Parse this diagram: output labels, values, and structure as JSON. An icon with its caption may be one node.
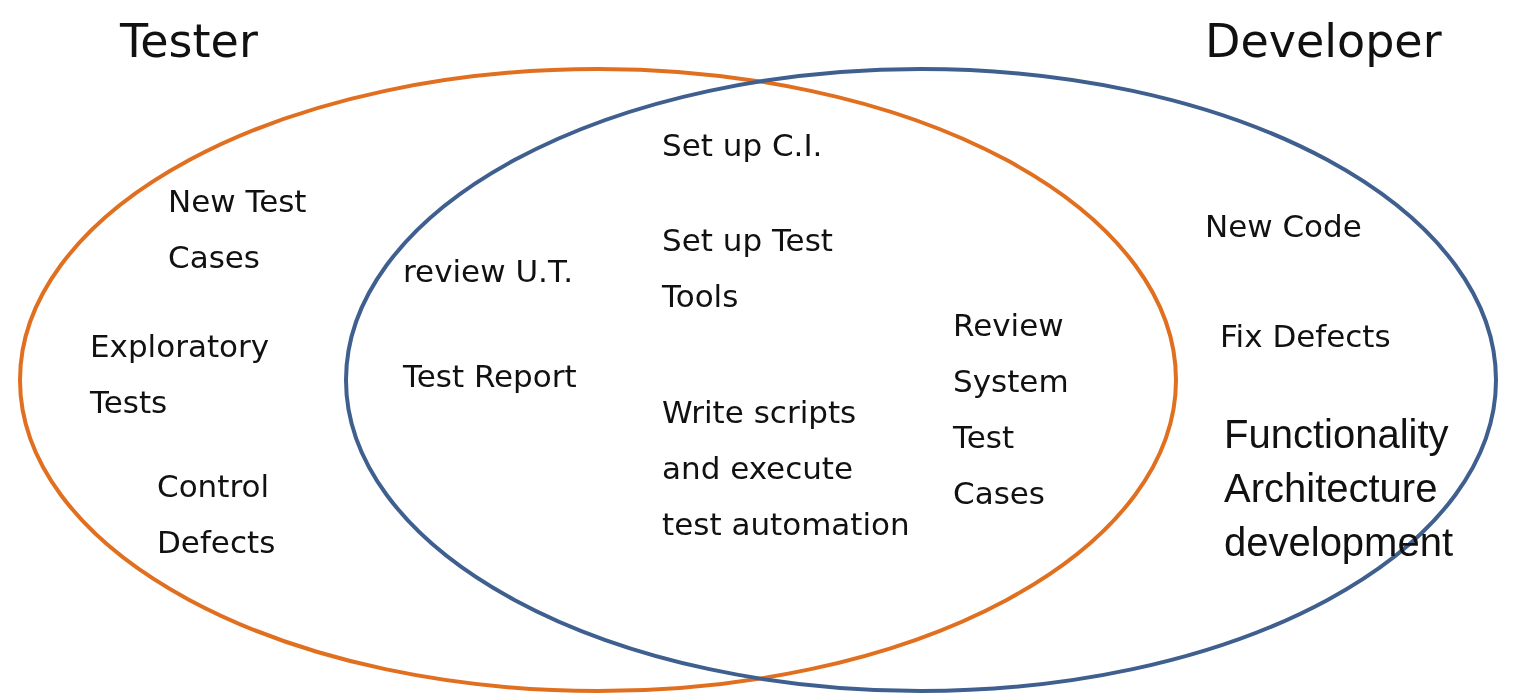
{
  "diagram": {
    "nodes": [
      {
        "text": [
          "Tester"
        ]
      },
      {
        "text": [
          "Developer"
        ]
      }
    ],
    "labels": [
      "Set up C.I.",
      "New Test Cases",
      "New Code",
      "Set up Test Tools",
      "review U.T.",
      "Review System Test Cases",
      "Fix Defects",
      "Exploratory Tests",
      "Test Report",
      "Write scripts and execute test automation",
      "Functionality Architecture development",
      "Control Defects"
    ]
  }
}
